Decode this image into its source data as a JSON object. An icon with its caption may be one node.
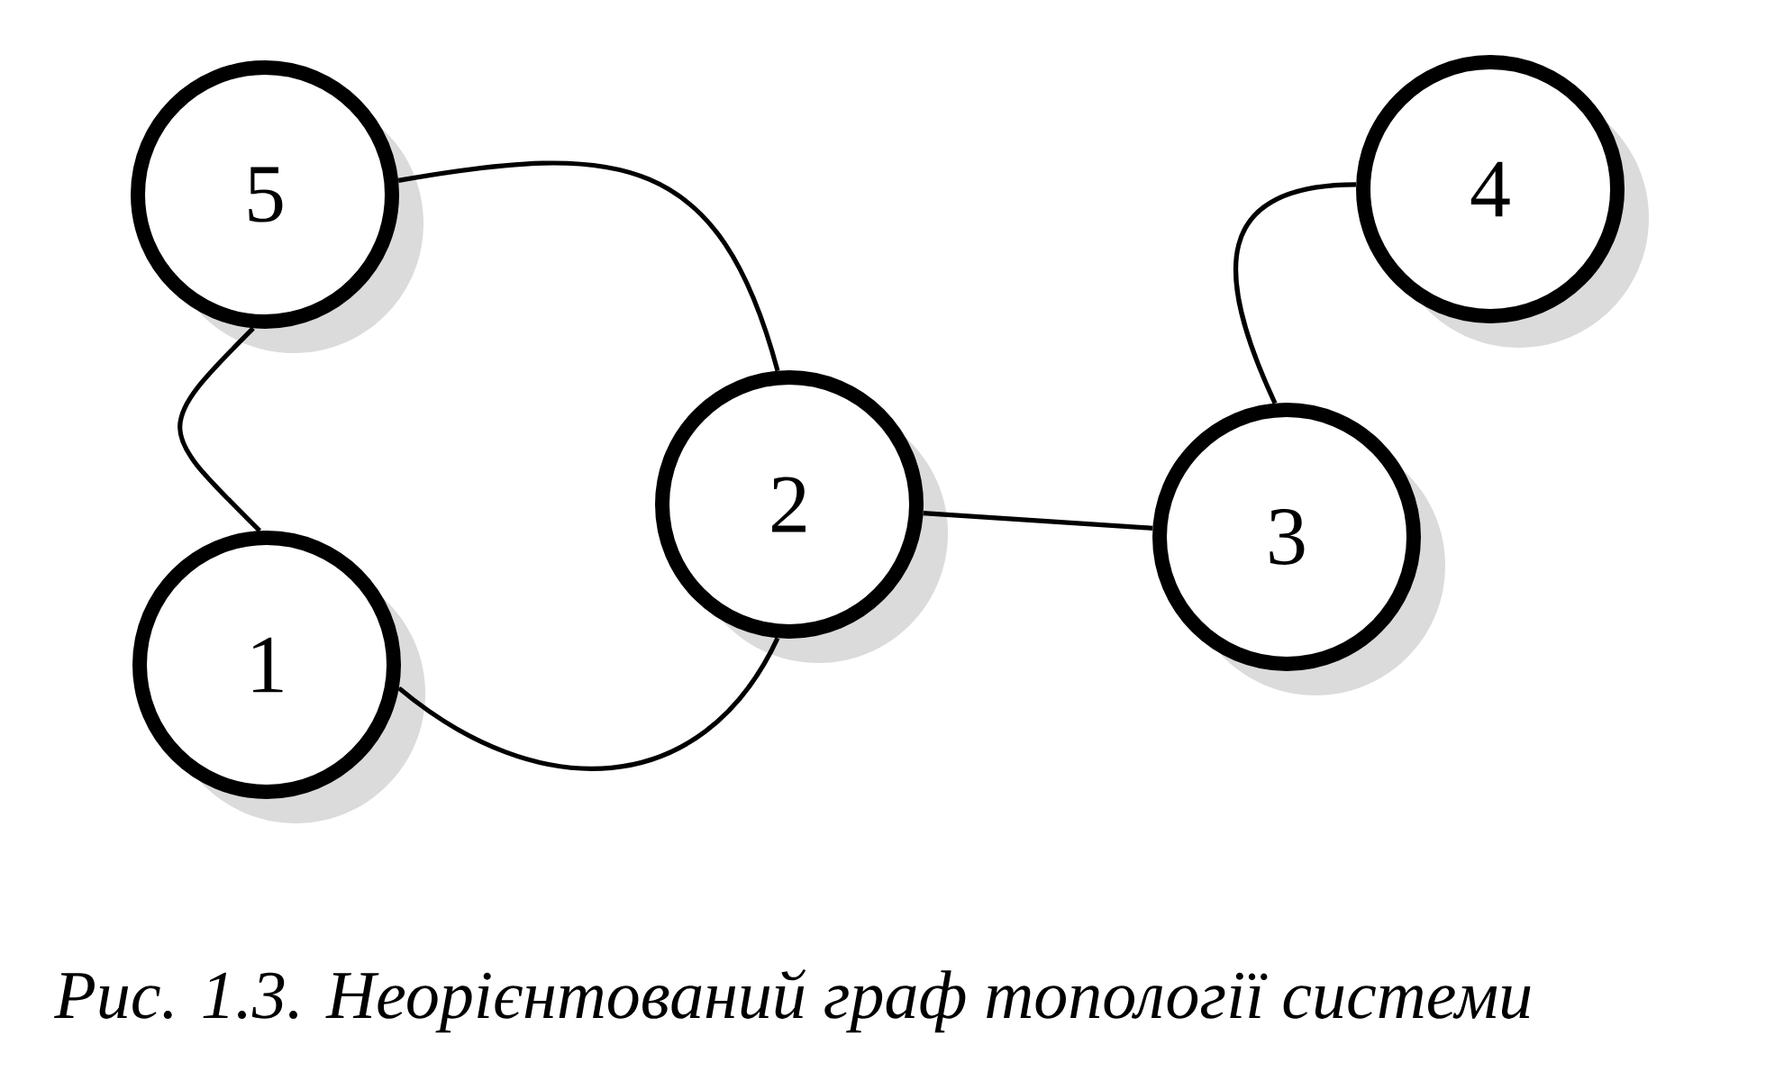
{
  "diagram": {
    "caption": "Рис. 1.3. Неорієнтований граф топології системи",
    "nodes": [
      {
        "text": [
          "1"
        ]
      },
      {
        "text": [
          "2"
        ]
      },
      {
        "text": [
          "3"
        ]
      },
      {
        "text": [
          "4"
        ]
      },
      {
        "text": [
          "5"
        ]
      }
    ],
    "edges": [
      {
        "from": 4,
        "to": 0,
        "arrow": "none"
      },
      {
        "from": 4,
        "to": 1,
        "arrow": "none"
      },
      {
        "from": 0,
        "to": 1,
        "arrow": "none"
      },
      {
        "from": 1,
        "to": 2,
        "arrow": "none"
      },
      {
        "from": 3,
        "to": 2,
        "arrow": "none"
      }
    ]
  }
}
